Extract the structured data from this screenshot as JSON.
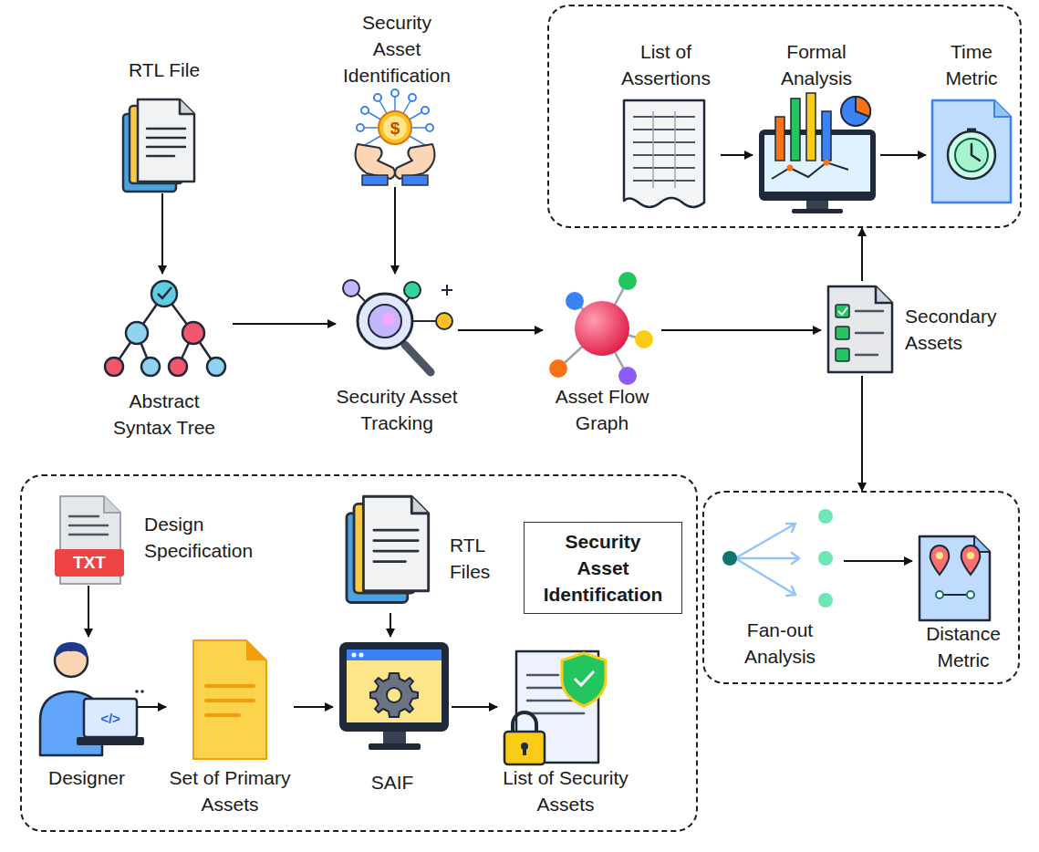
{
  "diagram": {
    "nodes": [
      {
        "text": [
          "RTL File"
        ]
      },
      {
        "text": [
          "Security Asset Identification"
        ]
      },
      {
        "text": []
      },
      {
        "text": [
          "List of Assertions"
        ],
        "in": 2
      },
      {
        "text": [
          "Formal Analysis"
        ],
        "in": 2
      },
      {
        "text": [
          "Time Metric"
        ],
        "in": 2
      },
      {
        "text": [
          "Abstract Syntax Tree"
        ]
      },
      {
        "text": [
          "Security Asset Tracking"
        ]
      },
      {
        "text": [
          "Asset Flow Graph"
        ]
      },
      {
        "text": [
          "Secondary Assets"
        ]
      },
      {
        "text": [
          "Security Asset Identification"
        ]
      },
      {
        "text": [
          "Design Specification"
        ],
        "in": 10
      },
      {
        "text": [
          "RTL Files"
        ],
        "in": 10
      },
      {
        "text": [
          "Designer"
        ],
        "in": 10
      },
      {
        "text": [
          "Set of Primary Assets"
        ],
        "in": 10
      },
      {
        "text": [
          "SAIF"
        ],
        "in": 10
      },
      {
        "text": [
          "List of Security Assets"
        ],
        "in": 10
      },
      {
        "text": []
      },
      {
        "text": [
          "Fan-out Analysis"
        ],
        "in": 17
      },
      {
        "text": [
          "Distance Metric"
        ],
        "in": 17
      }
    ],
    "edges": [
      {
        "from": 0,
        "to": 6,
        "arrow": "to"
      },
      {
        "from": 1,
        "to": 7,
        "arrow": "to"
      },
      {
        "from": 6,
        "to": 7,
        "arrow": "to"
      },
      {
        "from": 7,
        "to": 8,
        "arrow": "to"
      },
      {
        "from": 8,
        "to": 9,
        "arrow": "to"
      },
      {
        "from": 9,
        "to": 2,
        "arrow": "to"
      },
      {
        "from": 9,
        "to": 17,
        "arrow": "to"
      },
      {
        "from": 3,
        "to": 4,
        "arrow": "to"
      },
      {
        "from": 4,
        "to": 5,
        "arrow": "to"
      },
      {
        "from": 11,
        "to": 13,
        "arrow": "to"
      },
      {
        "from": 13,
        "to": 14,
        "arrow": "to"
      },
      {
        "from": 14,
        "to": 15,
        "arrow": "to"
      },
      {
        "from": 12,
        "to": 15,
        "arrow": "to"
      },
      {
        "from": 15,
        "to": 16,
        "arrow": "to"
      },
      {
        "from": 18,
        "to": 19,
        "arrow": "to"
      }
    ],
    "labels": [
      "$",
      "TXT",
      "</>"
    ]
  }
}
